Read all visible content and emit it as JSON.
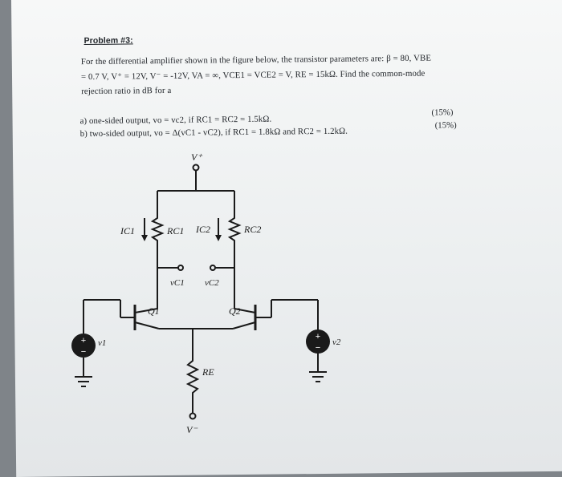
{
  "problem": {
    "title": "Problem #3:",
    "line1": "For the differential amplifier shown in the figure below, the transistor parameters are: β = 80, VBE",
    "line2": "= 0.7 V, V⁺ = 12V, V⁻ = -12V, VA = ∞, VCE1 = VCE2 = V, RE = 15kΩ. Find the common-mode",
    "line3": "rejection ratio in dB for a",
    "part_a": "a)  one-sided output, vo = vc2, if RC1 = RC2 = 1.5kΩ.",
    "part_a_pct": "(15%)",
    "part_b": "b)  two-sided output, vo = Δ(vC1 - vC2), if RC1 = 1.8kΩ and RC2 = 1.2kΩ.",
    "part_b_pct": "(15%)"
  },
  "circuit": {
    "vplus": "V⁺",
    "vminus": "V⁻",
    "ic1": "IC1",
    "ic2": "IC2",
    "rc1": "RC1",
    "rc2": "RC2",
    "vc1": "vC1",
    "vc2": "vC2",
    "q1": "Q1",
    "q2": "Q2",
    "re": "RE",
    "v1": "v1",
    "v2": "v2"
  }
}
